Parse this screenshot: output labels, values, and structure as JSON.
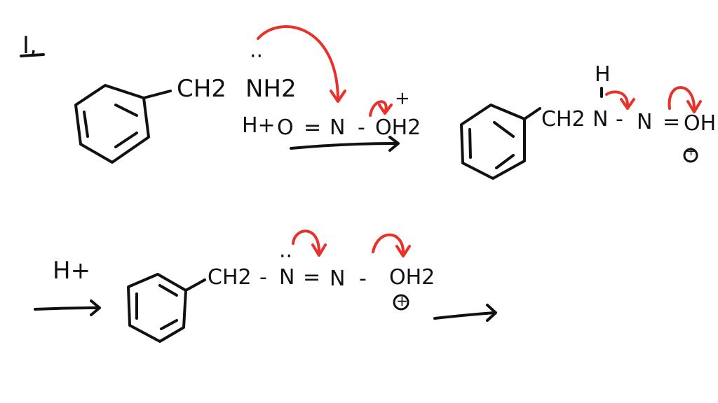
{
  "step_label": "I,",
  "top_reactant": {
    "ch2": "CH2",
    "nh2": "NH2",
    "lone_pair": "··"
  },
  "reagent": {
    "h_plus": "H+",
    "o": "O",
    "equals": "=",
    "n": "N",
    "dash": "-",
    "oh2": "OH2",
    "charge": "+"
  },
  "top_product": {
    "h": "H",
    "ch2": "CH2",
    "n1": "N",
    "dash": "-",
    "n2": "N",
    "equals": "=",
    "oh": "OH",
    "charge": "+"
  },
  "second_step": {
    "h_plus": "H+",
    "ch2": "CH2",
    "dash1": "-",
    "n1": "N",
    "lone_pair": "··",
    "equals": "=",
    "n2": "N",
    "dash2": "-",
    "oh2": "OH2",
    "charge": "+"
  },
  "colors": {
    "ink": "#111111",
    "arrow_red": "#e8312b"
  }
}
